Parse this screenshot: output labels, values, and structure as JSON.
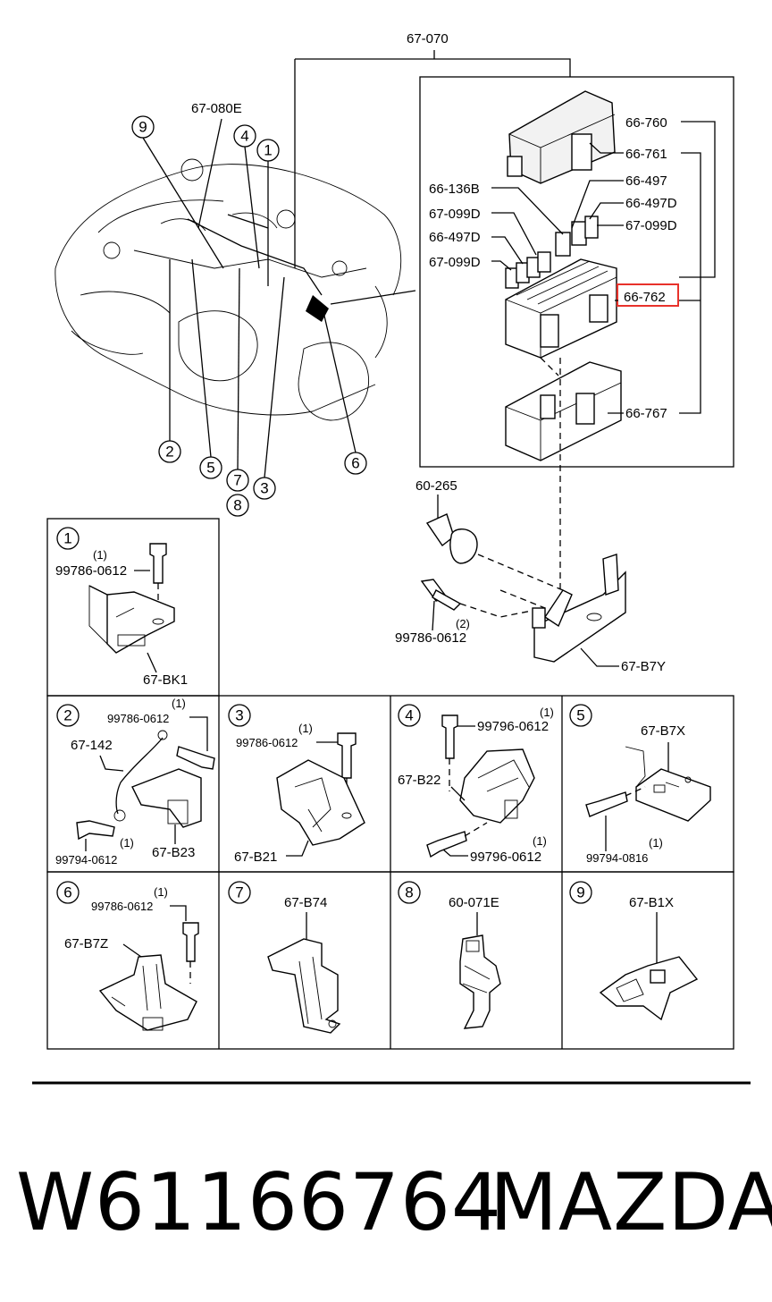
{
  "diagram": {
    "main_group": "67-070",
    "harness": "67-080E",
    "fuse_box": {
      "parts": [
        "66-760",
        "66-761",
        "66-497",
        "66-497D",
        "67-099D",
        "66-136B",
        "67-099D",
        "66-497D",
        "67-099D",
        "66-762",
        "66-767"
      ],
      "highlighted": "66-762"
    },
    "bracket_area": {
      "clip": "60-265",
      "bolt": "99786-0612",
      "bolt_qty": "(2)",
      "bracket": "67-B7Y"
    },
    "callouts": [
      "1",
      "2",
      "3",
      "4",
      "5",
      "6",
      "7",
      "8",
      "9"
    ],
    "details": [
      {
        "num": "1",
        "bolt": "99786-0612",
        "qty": "(1)",
        "part": "67-BK1"
      },
      {
        "num": "2",
        "bolt1": "99786-0612",
        "qty1": "(1)",
        "wire": "67-142",
        "bolt2": "99794-0612",
        "qty2": "(1)",
        "part": "67-B23"
      },
      {
        "num": "3",
        "bolt": "99786-0612",
        "qty": "(1)",
        "part": "67-B21"
      },
      {
        "num": "4",
        "bolt1": "99796-0612",
        "qty1": "(1)",
        "part": "67-B22",
        "bolt2": "99796-0612",
        "qty2": "(1)"
      },
      {
        "num": "5",
        "part": "67-B7X",
        "bolt": "99794-0816",
        "qty": "(1)"
      },
      {
        "num": "6",
        "bolt": "99786-0612",
        "qty": "(1)",
        "part": "67-B7Z"
      },
      {
        "num": "7",
        "part": "67-B74"
      },
      {
        "num": "8",
        "part": "60-071E"
      },
      {
        "num": "9",
        "part": "67-B1X"
      }
    ]
  },
  "colors": {
    "highlight": "#e8322b",
    "line": "#000000"
  },
  "footer": {
    "part_number": "W61166764",
    "brand": "MAZDA"
  }
}
